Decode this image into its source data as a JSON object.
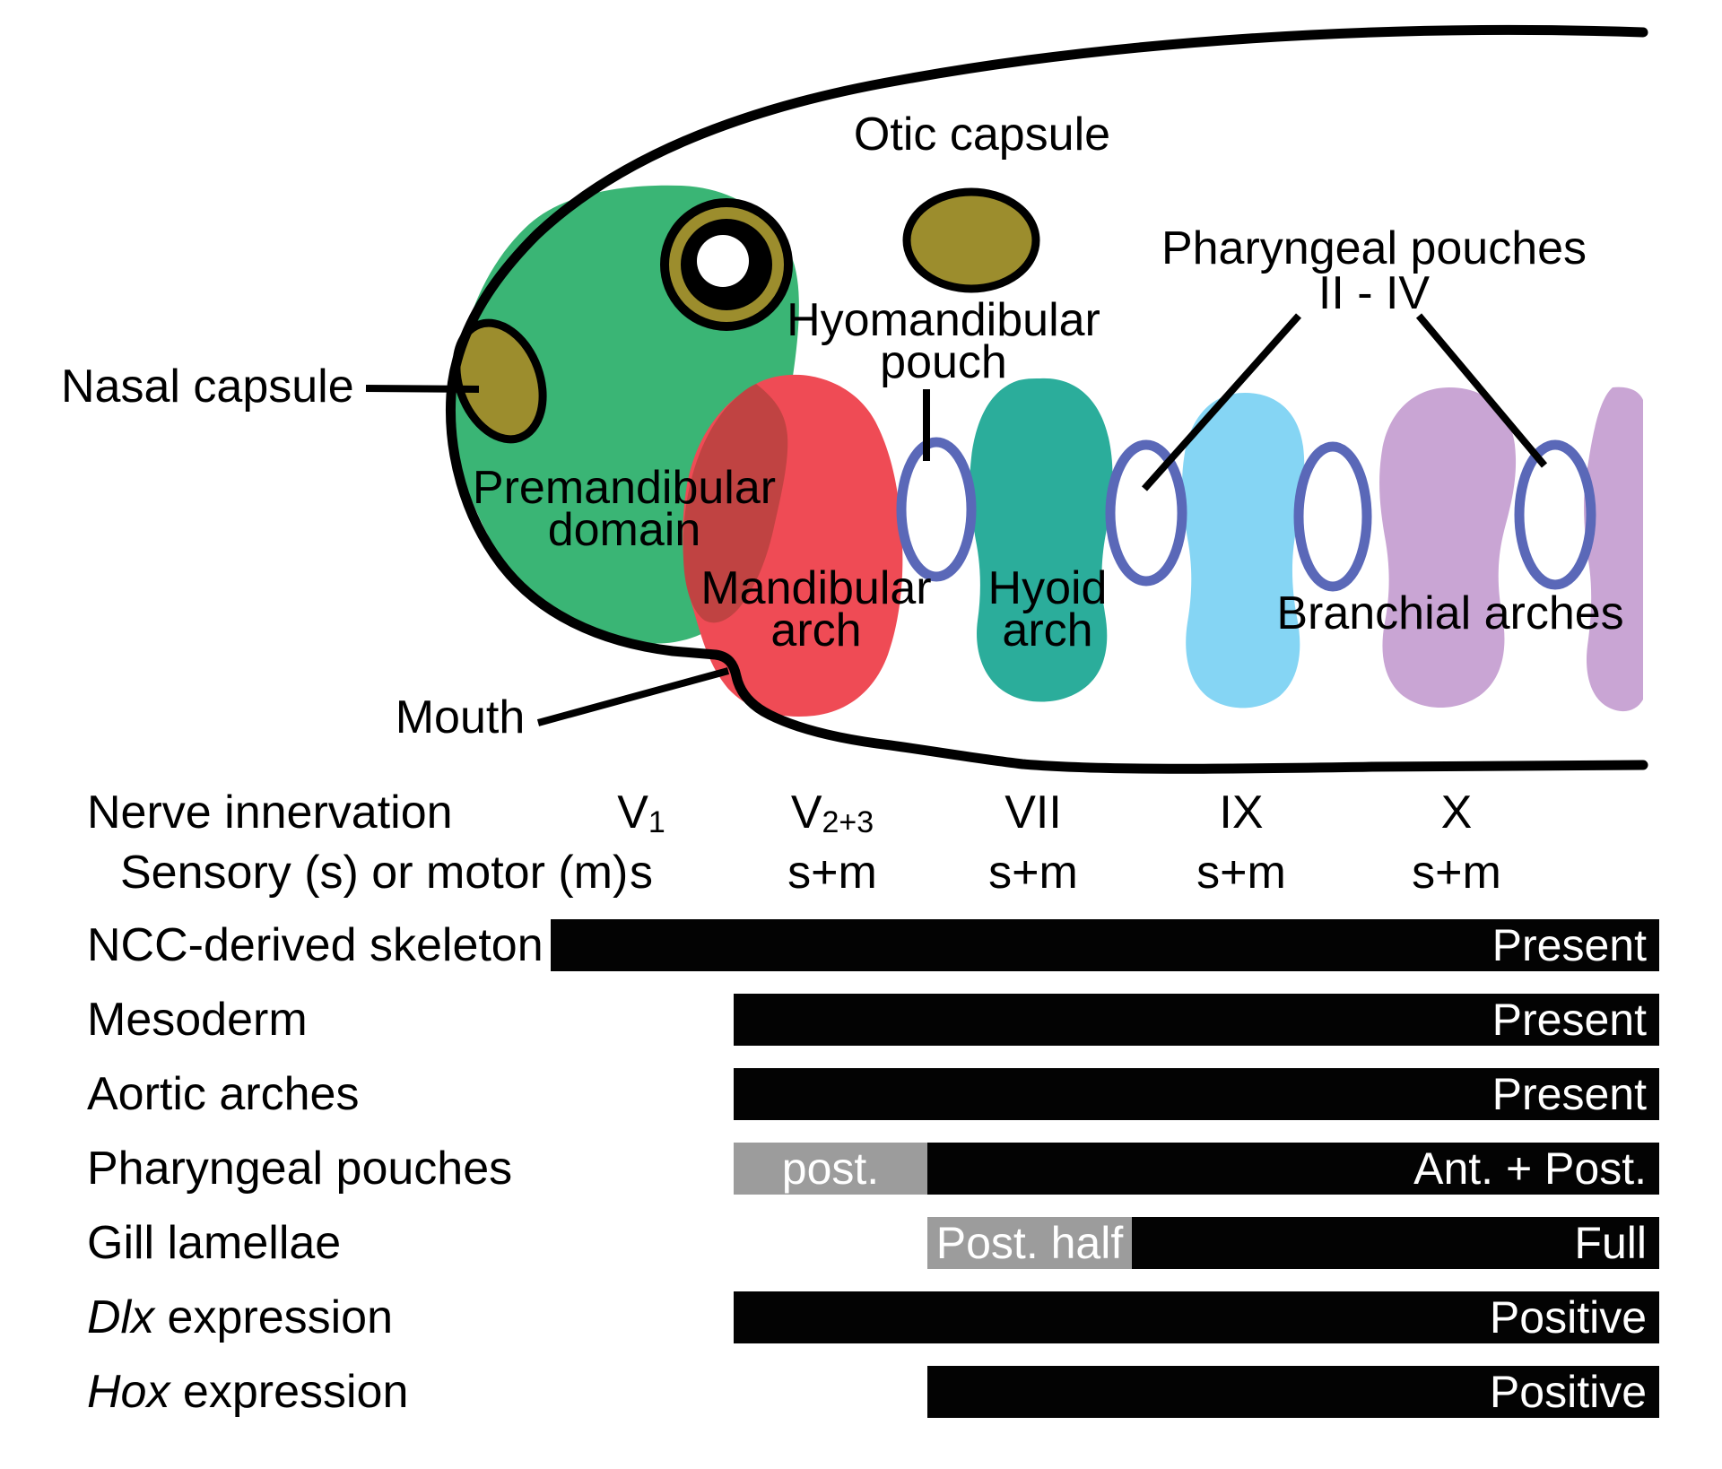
{
  "diagram": {
    "labels": {
      "otic": "Otic capsule",
      "pharyngeal_line1": "Pharyngeal pouches",
      "pharyngeal_line2": "II - IV",
      "nasal": "Nasal capsule",
      "hyomandibular_line1": "Hyomandibular",
      "hyomandibular_line2": "pouch",
      "premandibular_line1": "Premandibular",
      "premandibular_line2": "domain",
      "mandibular_line1": "Mandibular",
      "mandibular_line2": "arch",
      "hyoid_line1": "Hyoid",
      "hyoid_line2": "arch",
      "branchial": "Branchial arches",
      "mouth": "Mouth"
    },
    "colors": {
      "premandibular_green": "#3AB575",
      "mandibular_red": "#EF4B55",
      "overlap_dark_red": "#C04342",
      "hyoid_teal": "#2BAD9B",
      "post_hyoid_light_blue": "#85D5F4",
      "branchial_purple": "#C9A5D4",
      "capsule_olive": "#9C8D2D",
      "pouch_ring_blue": "#5A68B8",
      "outline_black": "#000000",
      "bar_black": "#030303",
      "bar_gray": "#9C9C9C",
      "bar_text_white": "#FFFFFF"
    }
  },
  "table": {
    "nerve_row": {
      "label": "Nerve innervation",
      "cells": [
        {
          "base": "V",
          "sub": "1"
        },
        {
          "base": "V",
          "sub": "2+3"
        },
        {
          "base": "VII",
          "sub": ""
        },
        {
          "base": "IX",
          "sub": ""
        },
        {
          "base": "X",
          "sub": ""
        }
      ]
    },
    "sensory_row": {
      "label": "Sensory (s) or motor (m)",
      "cells": [
        "s",
        "s+m",
        "s+m",
        "s+m",
        "s+m"
      ]
    },
    "rows": [
      {
        "label_italic": "",
        "label": "NCC-derived skeleton",
        "segments": [
          {
            "text": "Present",
            "style": "black"
          }
        ]
      },
      {
        "label_italic": "",
        "label": "Mesoderm",
        "segments": [
          {
            "text": "Present",
            "style": "black"
          }
        ]
      },
      {
        "label_italic": "",
        "label": "Aortic arches",
        "segments": [
          {
            "text": "Present",
            "style": "black"
          }
        ]
      },
      {
        "label_italic": "",
        "label": "Pharyngeal pouches",
        "segments": [
          {
            "text": "post.",
            "style": "gray"
          },
          {
            "text": "Ant. + Post.",
            "style": "black"
          }
        ]
      },
      {
        "label_italic": "",
        "label": "Gill lamellae",
        "segments": [
          {
            "text": "Post. half",
            "style": "gray"
          },
          {
            "text": "Full",
            "style": "black"
          }
        ]
      },
      {
        "label_italic": "Dlx",
        "label": " expression",
        "segments": [
          {
            "text": "Positive",
            "style": "black"
          }
        ]
      },
      {
        "label_italic": "Hox",
        "label": " expression",
        "segments": [
          {
            "text": "Positive",
            "style": "black"
          }
        ]
      }
    ]
  }
}
